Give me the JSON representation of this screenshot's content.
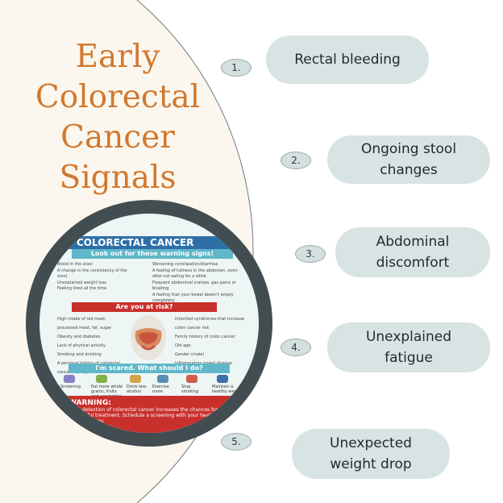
{
  "title_lines": [
    "Early",
    "Colorectal",
    "Cancer",
    "Signals"
  ],
  "items": [
    {
      "num": "1.",
      "label": "Rectal bleeding"
    },
    {
      "num": "2.",
      "label": "Ongoing stool changes"
    },
    {
      "num": "3.",
      "label": "Abdominal discomfort"
    },
    {
      "num": "4.",
      "label": "Unexplained fatigue"
    },
    {
      "num": "5.",
      "label": "Unexpected weight drop"
    }
  ],
  "colors": {
    "title": "#d1782f",
    "pill": "#d7e4e3",
    "ring": "#424d52",
    "panel": "#fbf7ee"
  },
  "poster": {
    "header": "COLORECTAL CANCER",
    "subheader": "Look out for these warning signs!",
    "signs_left": [
      "Blood in the stool",
      "A change in the consistency of the stool",
      "Unexplained weight loss",
      "Feeling tired all the time"
    ],
    "signs_right": [
      "Worsening constipation/diarrhea",
      "A feeling of fullness in the abdomen, even after not eating for a while",
      "Frequent abdominal cramps, gas pains or bloating",
      "A feeling that your bowel doesn't empty completely"
    ],
    "risk_header": "Are you at risk?",
    "risk_left": [
      "High intake of red meat, processed meat, fat, sugar",
      "Obesity and diabetes",
      "Lack of physical activity",
      "Smoking and drinking",
      "A personal history of colorectal cancer or polyps"
    ],
    "risk_right": [
      "Inherited syndromes that increase colon cancer risk",
      "Family history of colon cancer",
      "Old age",
      "Gender (male)",
      "Inflammatory bowel disease"
    ],
    "action_header": "I'm scared. What should I do?",
    "actions": [
      "Screening",
      "Eat more whole grains, fruits and vegetables",
      "Drink less alcohol",
      "Exercise more",
      "Stop smoking",
      "Maintain a healthy weight"
    ],
    "warning_title": "WARNING:",
    "warning_text": "Early detection of colorectal cancer increases the chances for successful treatment. Schedule a screening with your healthcare provider if you"
  }
}
